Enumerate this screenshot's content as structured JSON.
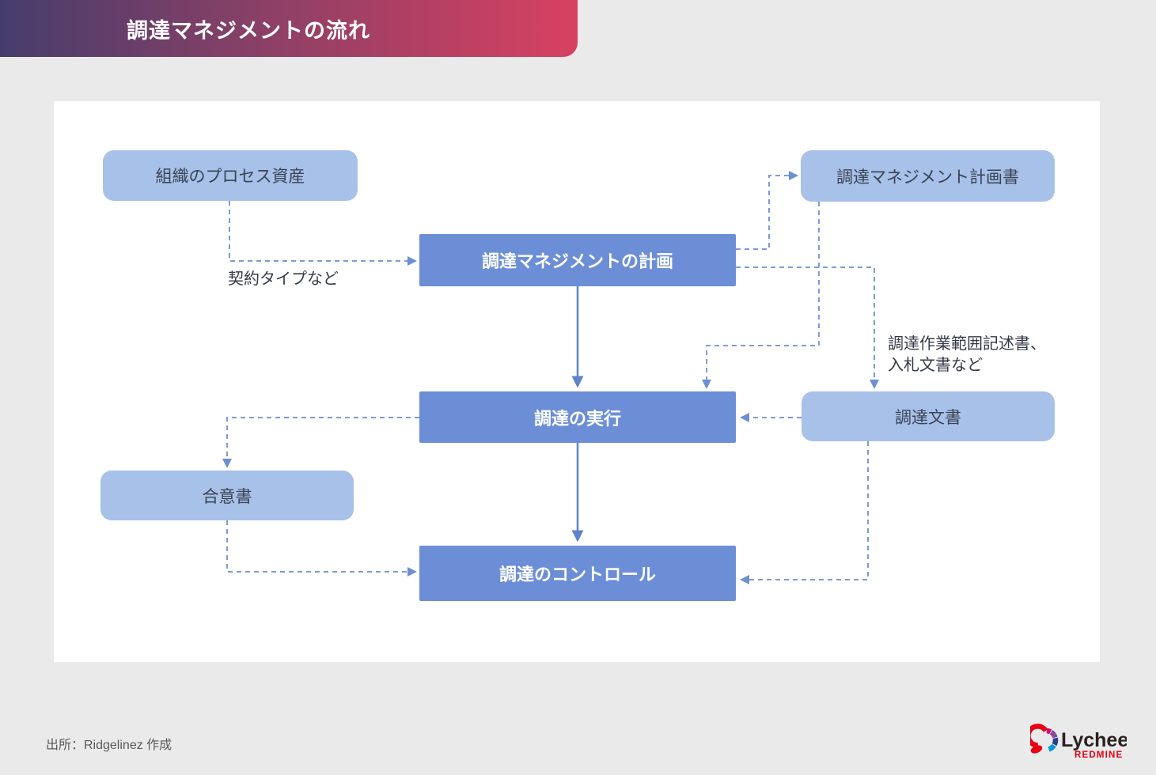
{
  "header": {
    "title": "調達マネジメントの流れ"
  },
  "diagram": {
    "nodes": [
      {
        "id": "organizational-process-assets",
        "label": "組織のプロセス資産",
        "type": "artifact"
      },
      {
        "id": "procurement-management-plan-doc",
        "label": "調達マネジメント計画書",
        "type": "artifact"
      },
      {
        "id": "plan-procurement-management",
        "label": "調達マネジメントの計画",
        "type": "process"
      },
      {
        "id": "conduct-procurements",
        "label": "調達の実行",
        "type": "process"
      },
      {
        "id": "procurement-documents",
        "label": "調達文書",
        "type": "artifact"
      },
      {
        "id": "agreements",
        "label": "合意書",
        "type": "artifact"
      },
      {
        "id": "control-procurements",
        "label": "調達のコントロール",
        "type": "process"
      }
    ],
    "edge_labels": {
      "contract_type": "契約タイプなど",
      "sow_line1": "調達作業範囲記述書、",
      "sow_line2": "入札文書など"
    }
  },
  "footer": {
    "source": "出所：Ridgelinez 作成",
    "logo": {
      "name": "Lychee",
      "sub": "REDMINE"
    }
  },
  "colors": {
    "banner_gradient_start": "#463d6c",
    "banner_gradient_end": "#d84161",
    "process_box_fill": "#6b8ed6",
    "artifact_box_fill": "#a7c1e8",
    "dashed_connector": "#7b9ad9",
    "solid_connector": "#5d84cb",
    "page_background": "#eaeaeb",
    "card_background": "#ffffff",
    "logo_red": "#e60012"
  }
}
